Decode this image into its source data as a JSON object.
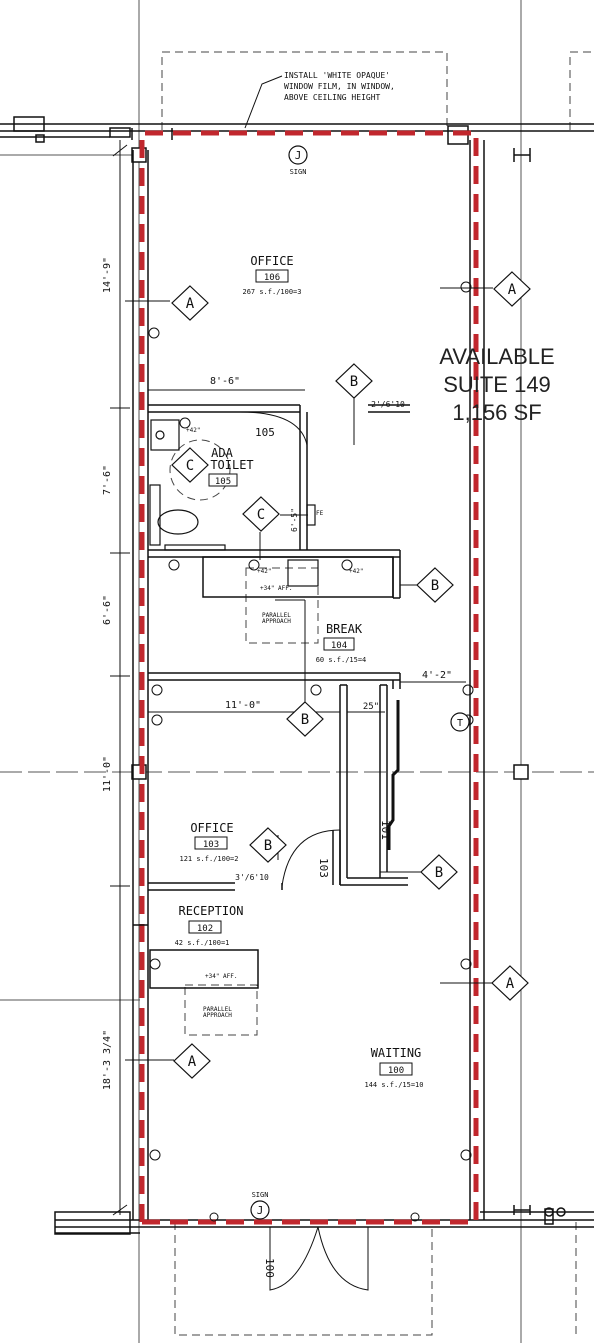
{
  "note": {
    "line1": "INSTALL 'WHITE OPAQUE'",
    "line2": "WINDOW FILM, IN WINDOW,",
    "line3": "ABOVE CEILING HEIGHT"
  },
  "available": {
    "line1": "AVAILABLE",
    "line2": "SUITE 149",
    "line3": "1,156 SF"
  },
  "rooms": {
    "office106": {
      "name": "OFFICE",
      "number": "106",
      "occ": "267 s.f./100=3"
    },
    "toilet105": {
      "name1": "ADA",
      "name2": "TOILET",
      "number": "105"
    },
    "break104": {
      "name": "BREAK",
      "number": "104",
      "occ": "60 s.f./15=4"
    },
    "office103": {
      "name": "OFFICE",
      "number": "103",
      "occ": "121 s.f./100=2"
    },
    "reception102": {
      "name": "RECEPTION",
      "number": "102",
      "occ": "42 s.f./100=1"
    },
    "waiting100": {
      "name": "WAITING",
      "number": "100",
      "occ": "144 s.f./15=10"
    }
  },
  "dims": {
    "d1": "14'-9\"",
    "d2": "7'-6\"",
    "d3": "6'-6\"",
    "d4": "11'-0\"",
    "d5": "18'-3 3/4\"",
    "w1": "8'-6\"",
    "w2": "11'-0\"",
    "w3": "4'-2\"",
    "w4": "25\"",
    "w5": "6'-5\"",
    "door1": "2'/6'10",
    "door2": "3'/6'10"
  },
  "door_tags": {
    "t105": "105",
    "t103": "103",
    "t101": "101",
    "t100": "100"
  },
  "tags": {
    "a": "A",
    "b": "B",
    "c": "C",
    "j": "J",
    "t": "T"
  },
  "labels": {
    "sign": "SIGN",
    "aff": "+34\" AFF.",
    "parallel1": "PARALLEL",
    "parallel2": "APPROACH",
    "h42": "+42\"",
    "fe": "FE"
  },
  "colors": {
    "boundary": "#c1272d",
    "linework": "#111111"
  }
}
